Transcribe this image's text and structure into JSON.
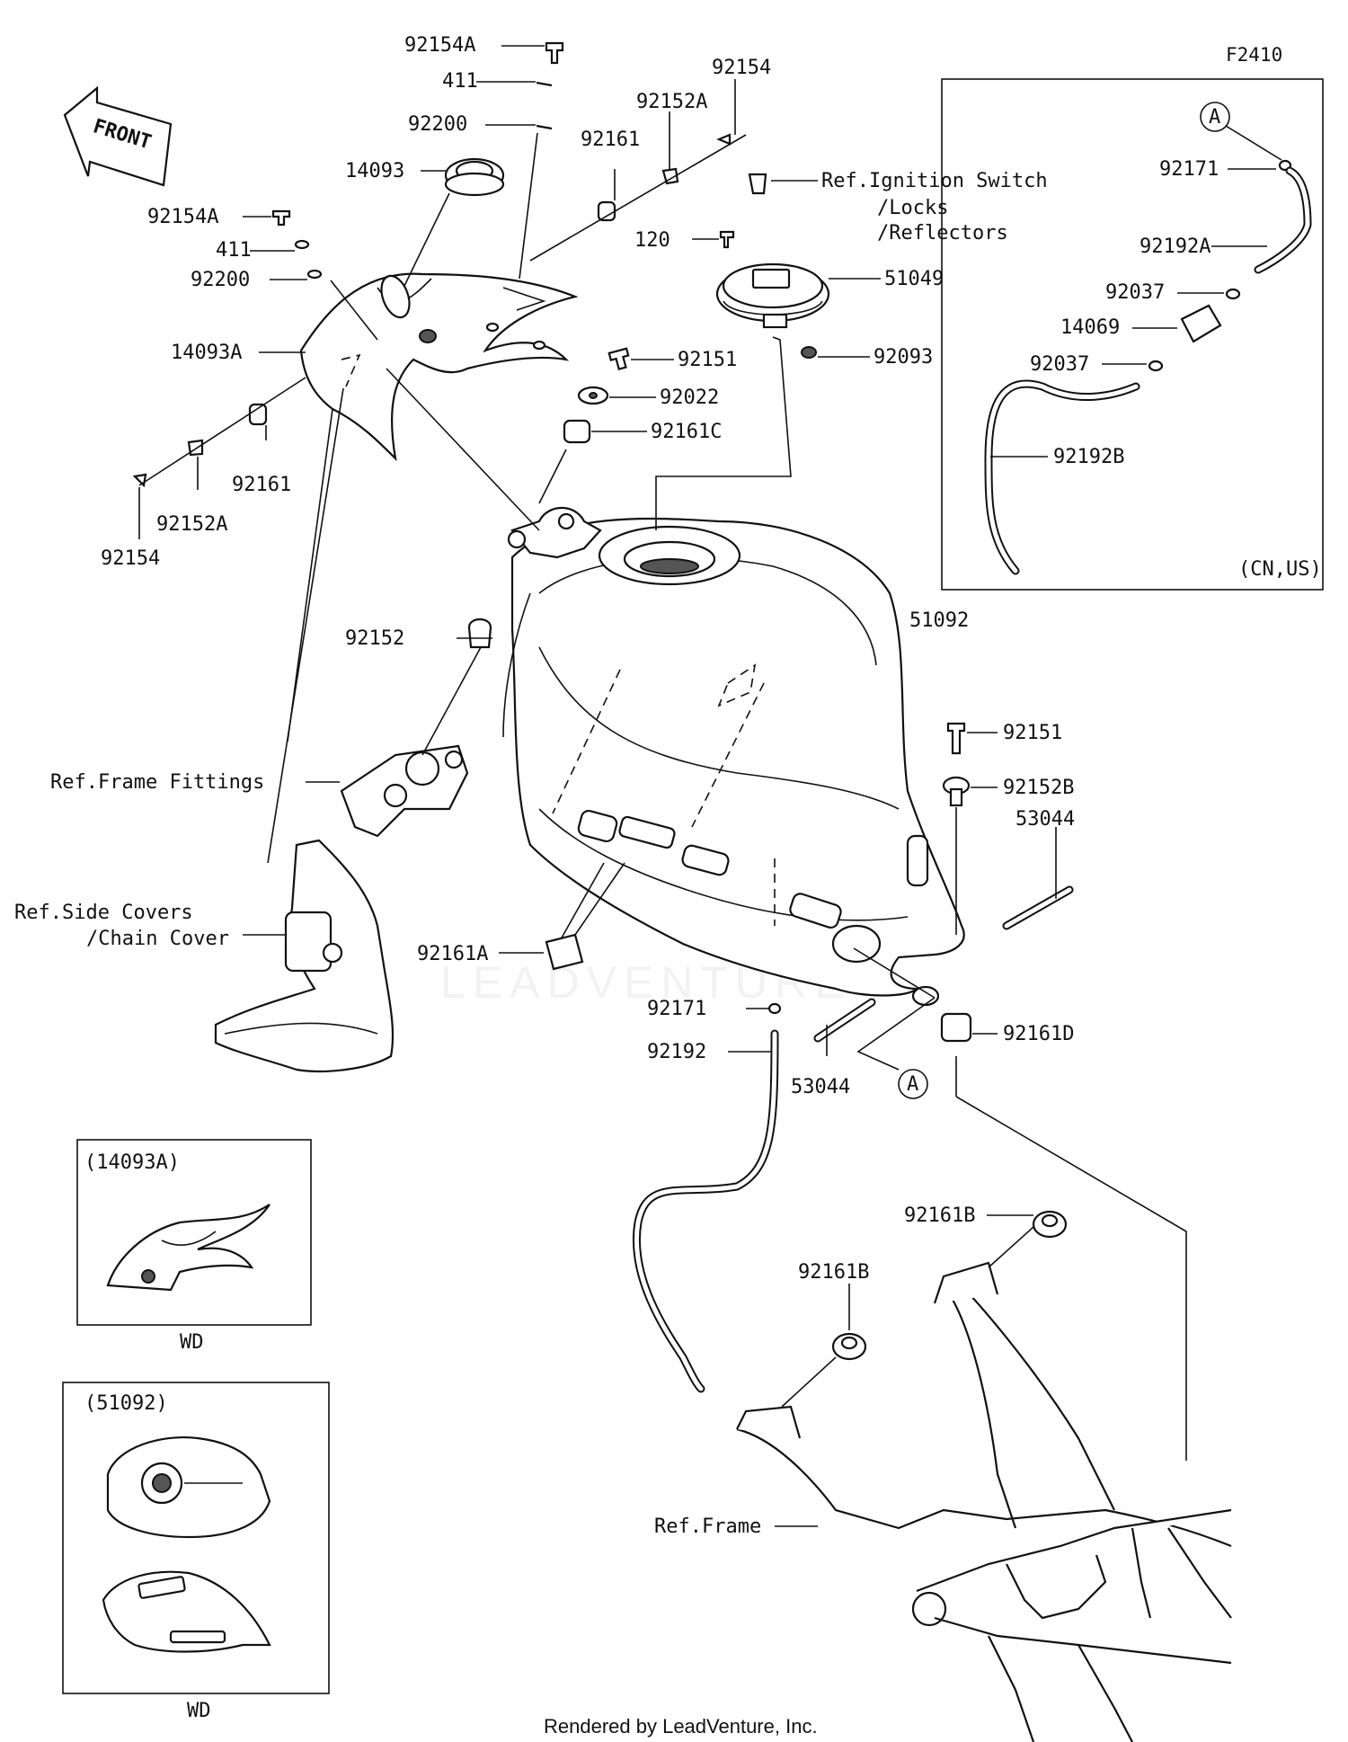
{
  "figure_code": "F2410",
  "front_label": "FRONT",
  "footer": "Rendered by LeadVenture, Inc.",
  "callouts": [
    {
      "id": "c1",
      "text": "92154A"
    },
    {
      "id": "c2",
      "text": "411"
    },
    {
      "id": "c3",
      "text": "92200"
    },
    {
      "id": "c4",
      "text": "14093"
    },
    {
      "id": "c5",
      "text": "92154A"
    },
    {
      "id": "c6",
      "text": "411"
    },
    {
      "id": "c7",
      "text": "92200"
    },
    {
      "id": "c8",
      "text": "14093A"
    },
    {
      "id": "c9",
      "text": "92161"
    },
    {
      "id": "c10",
      "text": "92152A"
    },
    {
      "id": "c11",
      "text": "92154"
    },
    {
      "id": "c12",
      "text": "92161"
    },
    {
      "id": "c13",
      "text": "92152A"
    },
    {
      "id": "c14",
      "text": "92154"
    },
    {
      "id": "c15",
      "text": "Ref.Ignition Switch"
    },
    {
      "id": "c16",
      "text": "/Locks"
    },
    {
      "id": "c17",
      "text": "/Reflectors"
    },
    {
      "id": "c18",
      "text": "120"
    },
    {
      "id": "c19",
      "text": "51049"
    },
    {
      "id": "c20",
      "text": "92093"
    },
    {
      "id": "c21",
      "text": "92151"
    },
    {
      "id": "c22",
      "text": "92022"
    },
    {
      "id": "c23",
      "text": "92161C"
    },
    {
      "id": "c24",
      "text": "51092"
    },
    {
      "id": "c25",
      "text": "92152"
    },
    {
      "id": "c26",
      "text": "Ref.Frame Fittings"
    },
    {
      "id": "c27",
      "text": "Ref.Side Covers"
    },
    {
      "id": "c28",
      "text": "/Chain Cover"
    },
    {
      "id": "c29",
      "text": "92161A"
    },
    {
      "id": "c30",
      "text": "92151"
    },
    {
      "id": "c31",
      "text": "92152B"
    },
    {
      "id": "c32",
      "text": "53044"
    },
    {
      "id": "c33",
      "text": "92171"
    },
    {
      "id": "c34",
      "text": "92192"
    },
    {
      "id": "c35",
      "text": "53044"
    },
    {
      "id": "c36",
      "text": "92161D"
    },
    {
      "id": "c37",
      "text": "92161B"
    },
    {
      "id": "c38",
      "text": "92161B"
    },
    {
      "id": "c39",
      "text": "Ref.Frame"
    },
    {
      "id": "c40",
      "text": "92171"
    },
    {
      "id": "c41",
      "text": "92192A"
    },
    {
      "id": "c42",
      "text": "92037"
    },
    {
      "id": "c43",
      "text": "14069"
    },
    {
      "id": "c44",
      "text": "92037"
    },
    {
      "id": "c45",
      "text": "92192B"
    }
  ],
  "ref_marker": "A",
  "inset_hose": {
    "ref_marker": "A",
    "region": "(CN,US)"
  },
  "inset_14093A": {
    "title": "(14093A)",
    "caption": "WD"
  },
  "inset_51092": {
    "title": "(51092)",
    "caption": "WD"
  },
  "colors": {
    "line": "#111111",
    "background": "#ffffff",
    "watermark": "#e6e6e6"
  }
}
